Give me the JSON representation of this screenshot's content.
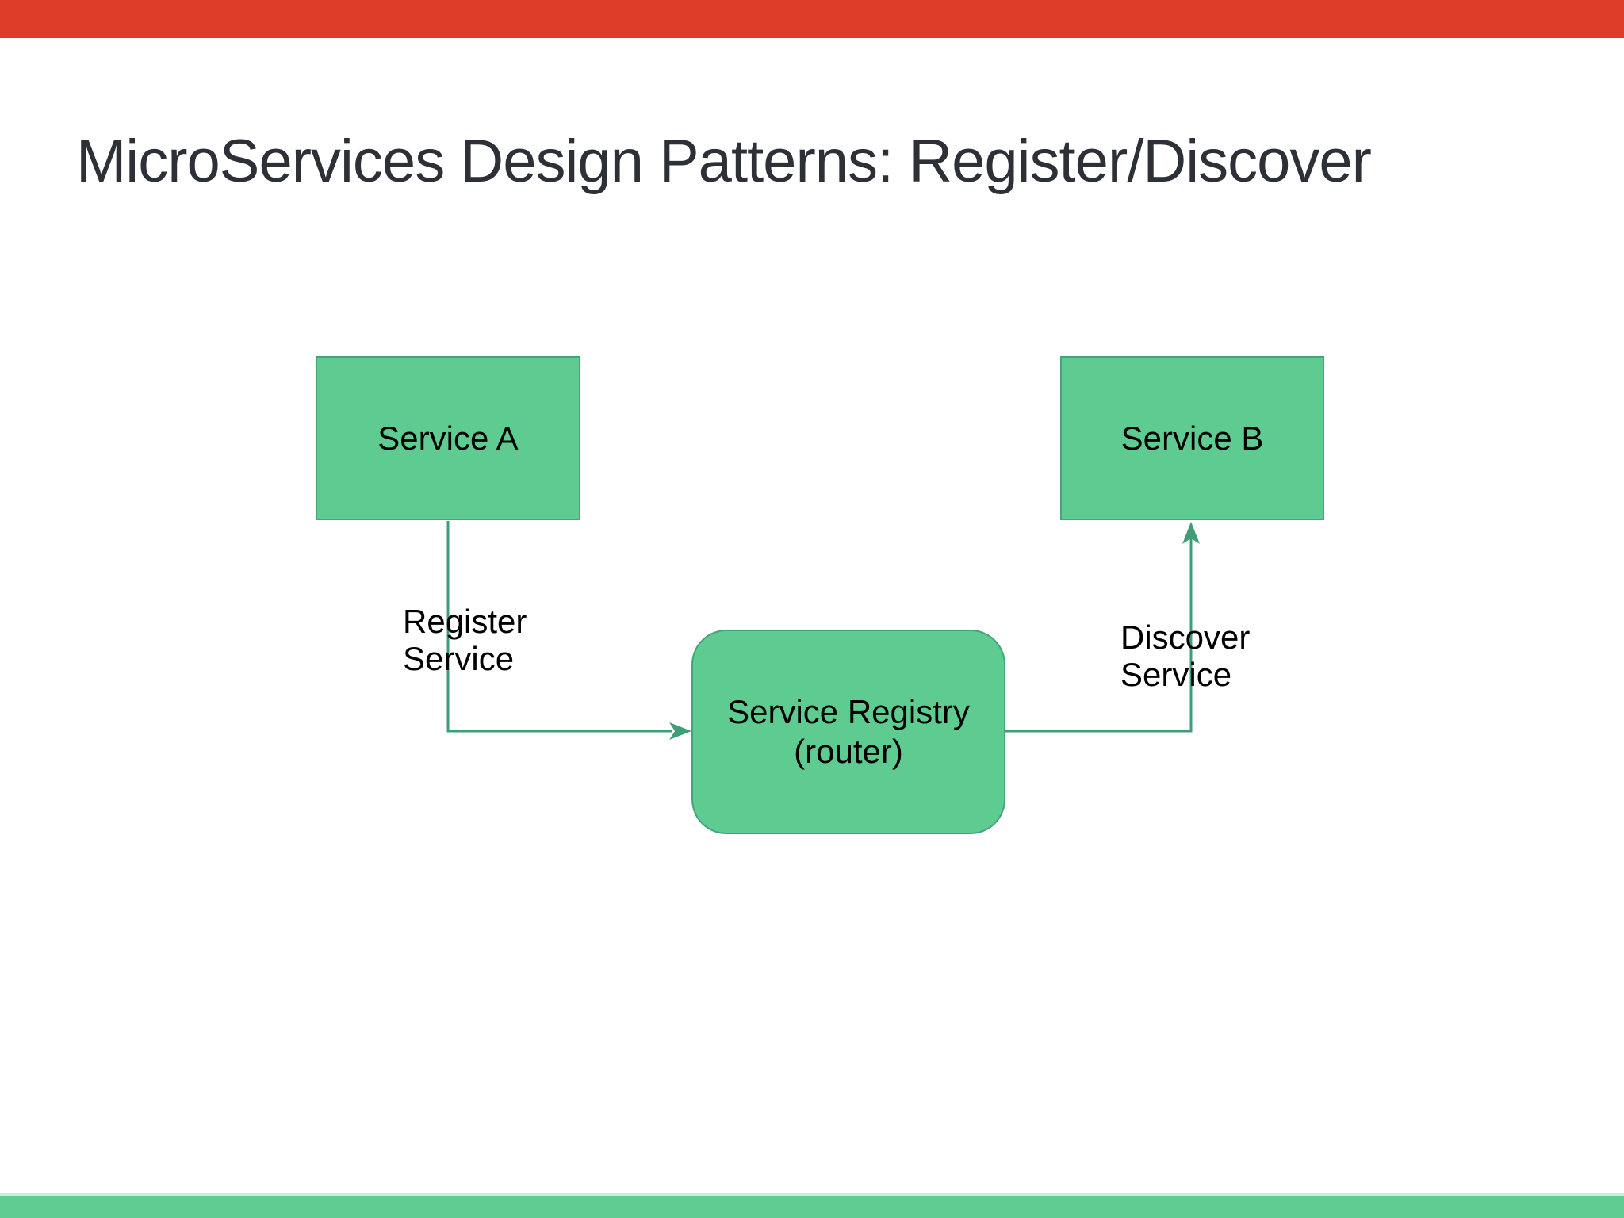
{
  "title": "MicroServices Design Patterns: Register/Discover",
  "diagram": {
    "service_a": {
      "label": "Service A"
    },
    "service_b": {
      "label": "Service B"
    },
    "registry": {
      "label_line1": "Service Registry",
      "label_line2": "(router)"
    },
    "register_edge": {
      "line1": "Register",
      "line2": "Service"
    },
    "discover_edge": {
      "line1": "Discover",
      "line2": "Service"
    }
  },
  "colors": {
    "red_bar": "#de3d29",
    "bottom_bar": "#5fcc91",
    "bottom_bar_edge": "#cbeddb",
    "green_fill": "#5ecb90",
    "green_border": "#46a37a",
    "connector": "#3f9e77",
    "title_color": "#2d3137",
    "text_color": "#000000",
    "background": "#ffffff"
  }
}
